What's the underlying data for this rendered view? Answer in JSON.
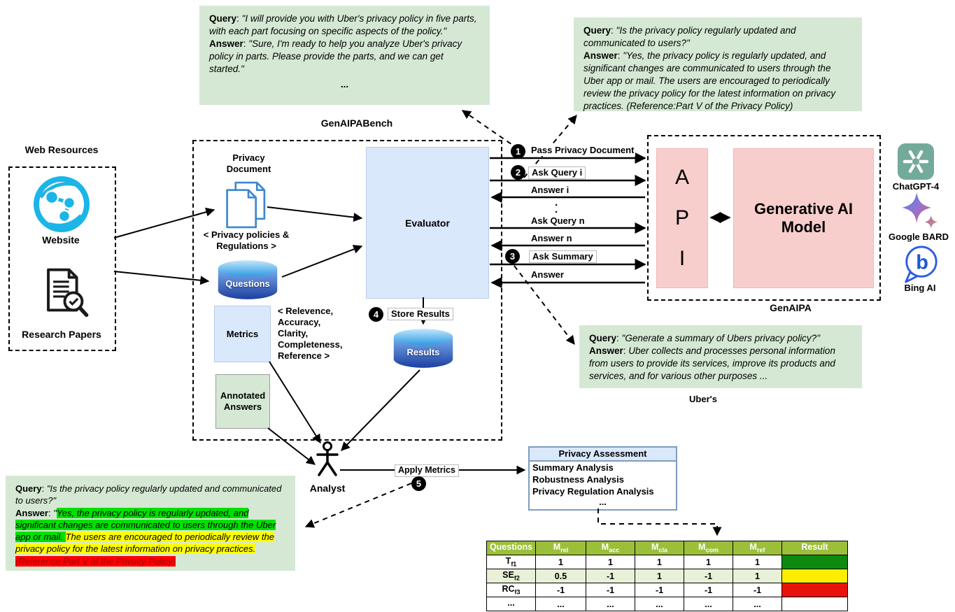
{
  "ui": {
    "sep": ": "
  },
  "callout_parts": {
    "query_label": "Query",
    "query": "\"I will provide you with Uber's privacy policy in five parts, with each part focusing on specific aspects of the policy.\"",
    "answer_label": "Answer",
    "answer": "\"Sure, I'm ready to help you analyze Uber's privacy policy in parts. Please provide the parts, and we can get started.\"",
    "more": "..."
  },
  "callout_updated": {
    "query_label": "Query",
    "query": "\"Is the privacy policy regularly updated and communicated to users?\"",
    "answer_label": "Answer",
    "answer": "\"Yes, the privacy policy is regularly updated, and significant changes are communicated to users through the Uber app or mail. The users are encouraged to periodically review the privacy policy for the latest information on privacy practices. (Reference:Part V of the Privacy Policy)"
  },
  "callout_summary": {
    "query_label": "Query",
    "query": "\"Generate a summary of Ubers privacy policy?\"",
    "answer_label": "Answer",
    "answer": "Uber collects and processes personal information from users to provide its services, improve its products and services, and for various other purposes ...",
    "caption": "Uber's"
  },
  "callout_annotated": {
    "query_label": "Query",
    "query": "\"Is the privacy policy regularly updated and communicated to users?\"",
    "answer_label": "Answer",
    "open_quote": "\"",
    "answer_green": "Yes, the privacy policy is regularly updated, and significant changes are communicated to users through the Uber app or mail. ",
    "answer_yellow": "The users are encouraged to periodically review the privacy policy for the latest information on privacy practices. ",
    "answer_red": "(Reference:Part V of the Privacy Policy)"
  },
  "web_resources": {
    "title": "Web Resources",
    "website_label": "Website",
    "papers_label": "Research Papers"
  },
  "bench": {
    "title": "GenAIPABench",
    "privacy_document_label": "Privacy Document",
    "privacy_caption": "< Privacy policies & Regulations >",
    "questions_label": "Questions",
    "metrics_label": "Metrics",
    "metrics_caption": "< Relevence,\nAccuracy,\nClarity,\nCompleteness,\nReference >",
    "annotated_label": "Annotated Answers",
    "evaluator_label": "Evaluator"
  },
  "sequence": {
    "step1_num": "1",
    "pass_label": "Pass Privacy Document",
    "step2_num": "2",
    "ask_i_label": "Ask Query i",
    "answer_i_label": "Answer i",
    "dots": "·\n·",
    "ask_n_label": "Ask Query n",
    "answer_n_label": "Answer n",
    "step3_num": "3",
    "ask_summary_label": "Ask Summary",
    "answer_label": "Answer"
  },
  "store": {
    "num": "4",
    "label": "Store Results",
    "results_label": "Results"
  },
  "genaipa": {
    "title": "GenAIPA",
    "api_letters": [
      "A",
      "P",
      "I"
    ],
    "model_label": "Generative AI Model"
  },
  "providers": [
    {
      "name": "ChatGPT-4"
    },
    {
      "name": "Google BARD"
    },
    {
      "name": "Bing AI",
      "glyph": "b"
    }
  ],
  "analyst": {
    "label": "Analyst",
    "apply_label": "Apply Metrics",
    "apply_num": "5"
  },
  "assessment": {
    "title": "Privacy Assessment",
    "items": [
      "Summary Analysis",
      "Robustness Analysis",
      "Privacy Regulation Analysis"
    ],
    "more": "..."
  },
  "table": {
    "headers": [
      {
        "base": "Questions",
        "sub": ""
      },
      {
        "base": "M",
        "sub": "rel"
      },
      {
        "base": "M",
        "sub": "acc"
      },
      {
        "base": "M",
        "sub": "cla"
      },
      {
        "base": "M",
        "sub": "com"
      },
      {
        "base": "M",
        "sub": "ref"
      },
      {
        "base": "Result",
        "sub": ""
      }
    ],
    "rows": [
      {
        "base": "T",
        "sub": "f1",
        "values": [
          "1",
          "1",
          "1",
          "1",
          "1"
        ],
        "result_color": "#0e8a10"
      },
      {
        "base": "SE",
        "sub": "f2",
        "values": [
          "0.5",
          "-1",
          "1",
          "-1",
          "1"
        ],
        "result_color": "#ffed00"
      },
      {
        "base": "RC",
        "sub": "f3",
        "values": [
          "-1",
          "-1",
          "-1",
          "-1",
          "-1"
        ],
        "result_color": "#e8140c"
      },
      {
        "base": "...",
        "sub": "",
        "values": [
          "...",
          "...",
          "...",
          "...",
          "..."
        ],
        "result_color": "#ffffff"
      }
    ]
  },
  "colors": {
    "callout_green": "#d5e8d4",
    "box_blue": "#dae8fc",
    "box_pink": "#f8cecc",
    "table_header_green": "#9cbf3a",
    "highlight_green": "#00e000",
    "highlight_yellow": "#ffff00",
    "highlight_red": "#ff0000",
    "website_cyan": "#1cb5e8"
  }
}
